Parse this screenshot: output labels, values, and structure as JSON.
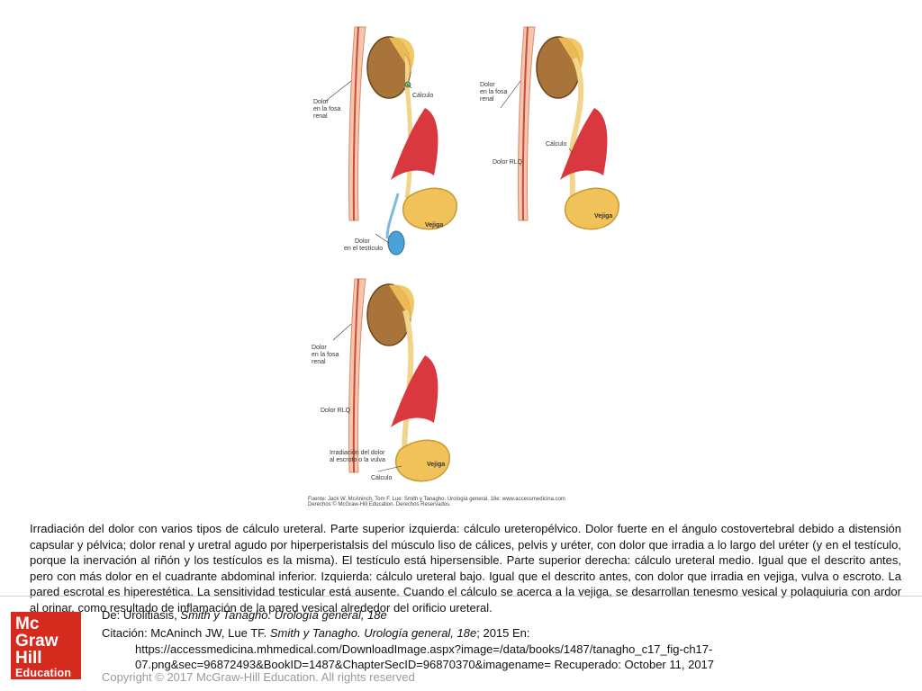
{
  "figure": {
    "panel_top_left": {
      "labels": {
        "pain": "Dolor\nen la fosa\nrenal",
        "stone": "Cálculo",
        "bladder": "Vejiga",
        "testis_pain": "Dolor\nen el testículo"
      }
    },
    "panel_top_right": {
      "labels": {
        "pain": "Dolor\nen la fosa\nrenal",
        "stone": "Cálculo",
        "rlq": "Dolor RLQ",
        "bladder": "Vejiga"
      }
    },
    "panel_bottom": {
      "labels": {
        "pain": "Dolor\nen la fosa\nrenal",
        "rlq": "Dolor RLQ",
        "irradiation": "Irradiación del dolor\nal escroto o la vulva",
        "stone": "Cálculo",
        "bladder": "Vejiga"
      }
    },
    "source_line": "Fuente: Jack W. McAninch, Tom F. Lue: Smith y Tanagho. Urología general, 18e: www.accessmedicina.com\nDerechos © McGraw-Hill Education. Derechos Reservados."
  },
  "caption": "Irradiación del dolor con varios tipos de cálculo ureteral. Parte superior izquierda: cálculo ureteropélvico. Dolor fuerte en el ángulo costovertebral debido a distensión capsular y pélvica; dolor renal y uretral agudo por hiperperistalsis del músculo liso de cálices, pelvis y uréter, con dolor que irradia a lo largo del uréter (y en el testículo, porque la inervación al riñón y los testículos es la misma). El testículo está hipersensible. Parte superior derecha: cálculo ureteral medio. Igual que el descrito antes, pero con más dolor en el cuadrante abdominal inferior. Izquierda: cálculo ureteral bajo. Igual que el descrito antes, con dolor que irradia en vejiga, vulva o escroto. La pared escrotal es hiperestética. La sensitividad testicular está ausente. Cuando el cálculo se acerca a la vejiga, se desarrollan tenesmo vesical y polaquiuria con ardor al orinar, como resultado de inflamación de la pared vesical alrededor del orificio ureteral.",
  "from": {
    "prefix": "De: Urolitiasis, ",
    "title": "Smith y Tanagho. Urología general, 18e"
  },
  "citation": {
    "prefix": "Citación: McAninch JW, Lue TF. ",
    "title": "Smith y Tanagho. Urología general, 18e",
    "suffix": "; 2015 En:",
    "url_line1": "https://accessmedicina.mhmedical.com/DownloadImage.aspx?image=/data/books/1487/tanagho_c17_fig-ch17-",
    "url_line2": "07.png&sec=96872493&BookID=1487&ChapterSecID=96870370&imagename= Recuperado: October 11, 2017"
  },
  "copyright": "Copyright © 2017 McGraw-Hill Education. All rights reserved",
  "logo": {
    "line1": "Mc",
    "line2": "Graw",
    "line3": "Hill",
    "line4": "Education",
    "color": "#d52b1e"
  },
  "colors": {
    "kidney": "#a9743a",
    "ureter": "#f0d58a",
    "artery": "#d9393e",
    "testis": "#4aa3d6",
    "bladder": "#f2c25a"
  }
}
